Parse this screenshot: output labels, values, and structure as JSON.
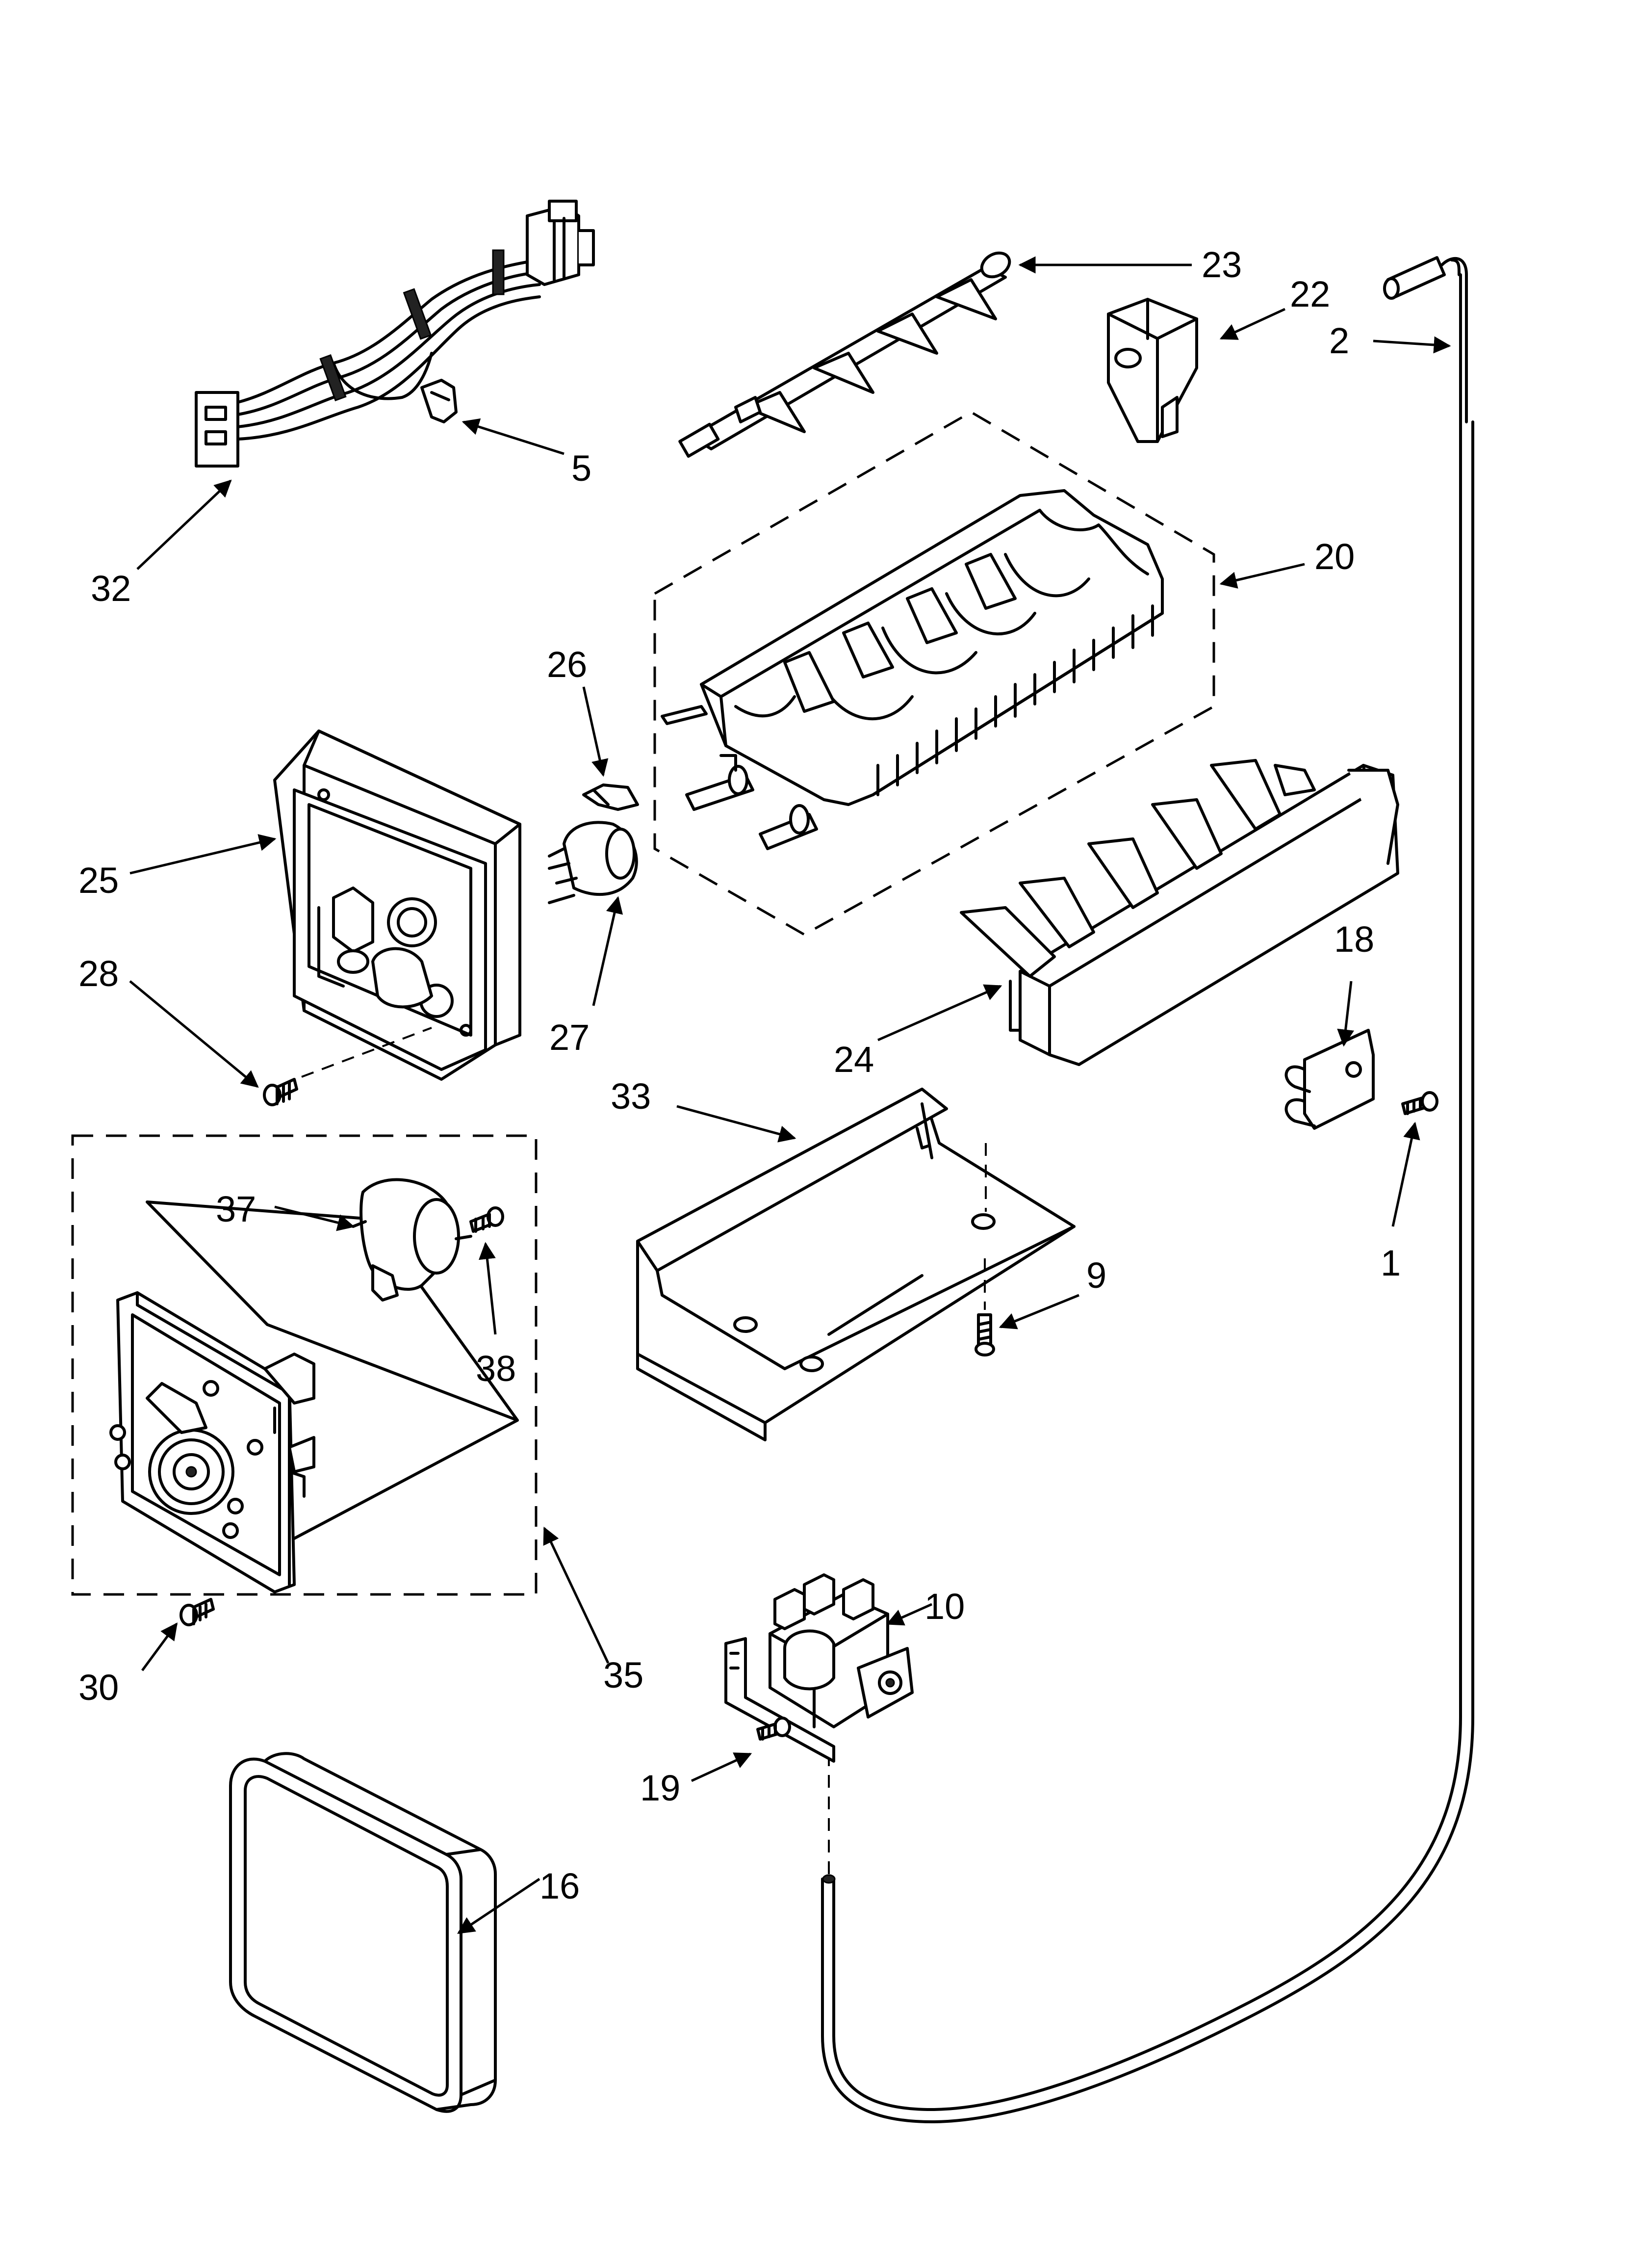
{
  "callouts": [
    {
      "id": "1",
      "label": "1"
    },
    {
      "id": "2",
      "label": "2"
    },
    {
      "id": "5",
      "label": "5"
    },
    {
      "id": "9",
      "label": "9"
    },
    {
      "id": "10",
      "label": "10"
    },
    {
      "id": "16",
      "label": "16"
    },
    {
      "id": "18",
      "label": "18"
    },
    {
      "id": "19",
      "label": "19"
    },
    {
      "id": "20",
      "label": "20"
    },
    {
      "id": "22",
      "label": "22"
    },
    {
      "id": "23",
      "label": "23"
    },
    {
      "id": "24",
      "label": "24"
    },
    {
      "id": "25",
      "label": "25"
    },
    {
      "id": "26",
      "label": "26"
    },
    {
      "id": "27",
      "label": "27"
    },
    {
      "id": "28",
      "label": "28"
    },
    {
      "id": "30",
      "label": "30"
    },
    {
      "id": "32",
      "label": "32"
    },
    {
      "id": "33",
      "label": "33"
    },
    {
      "id": "35",
      "label": "35"
    },
    {
      "id": "37",
      "label": "37"
    },
    {
      "id": "38",
      "label": "38"
    }
  ]
}
